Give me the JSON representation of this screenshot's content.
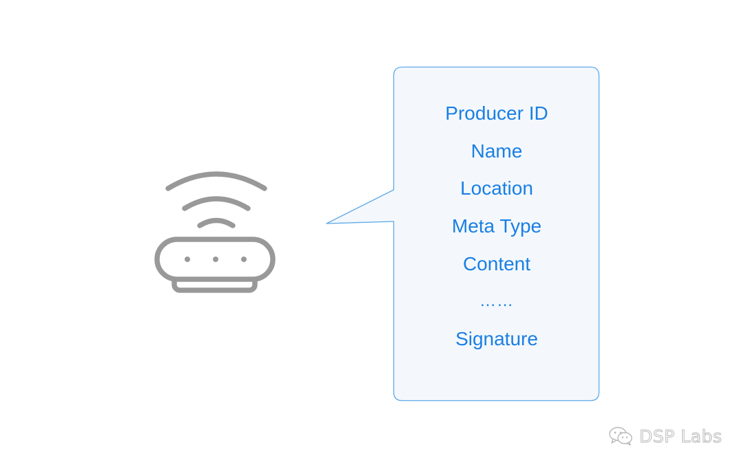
{
  "diagram": {
    "device_icon": "wireless-router-icon",
    "fields": [
      "Producer ID",
      "Name",
      "Location",
      "Meta Type",
      "Content",
      "……",
      "Signature"
    ]
  },
  "watermark": {
    "icon": "wechat-icon",
    "text": "DSP Labs"
  },
  "colors": {
    "device_stroke": "#999999",
    "callout_border": "#5ea9ea",
    "callout_fill": "#f4f8fc",
    "field_text": "#1a7fe3"
  }
}
